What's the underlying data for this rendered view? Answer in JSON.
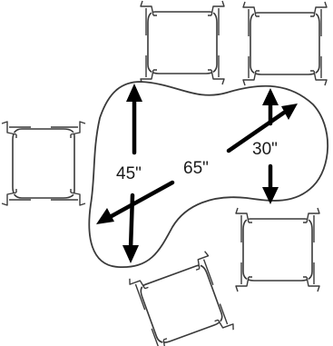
{
  "diagram": {
    "dimensions": [
      {
        "id": "width-left",
        "label": "45\""
      },
      {
        "id": "diagonal",
        "label": "65\""
      },
      {
        "id": "width-right",
        "label": "30\""
      }
    ],
    "chairs": [
      "chair-top-left",
      "chair-top-right",
      "chair-left",
      "chair-right",
      "chair-bottom"
    ],
    "colors": {
      "outline": "#3a3a3a",
      "arrow": "#000000",
      "background": "#ffffff"
    }
  }
}
